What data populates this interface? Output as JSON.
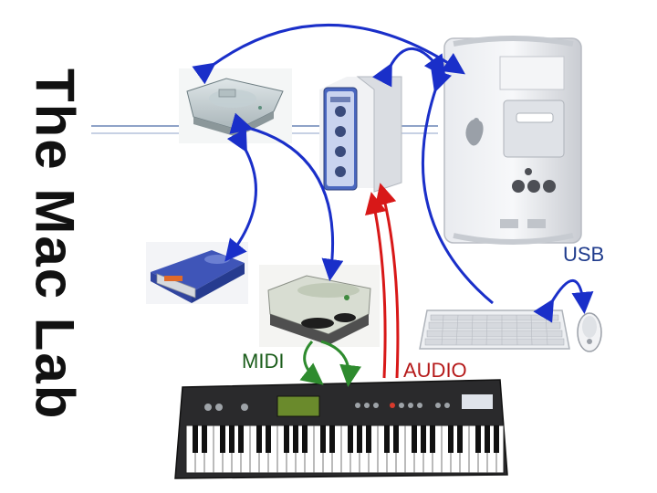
{
  "slide": {
    "title": "The Mac Lab",
    "labels": {
      "usb": "USB",
      "midi": "MIDI",
      "audio": "AUDIO"
    }
  },
  "colors": {
    "usb_links": "#1a2fc9",
    "audio_links": "#d81818",
    "midi_links": "#2e8b2e",
    "title_rule": "#8fa3c8"
  },
  "devices": [
    {
      "name": "usb-hub",
      "icon": "translucent-usb-hub"
    },
    {
      "name": "audio-interface",
      "icon": "audio-interface-box"
    },
    {
      "name": "power-mac-g4",
      "icon": "mac-tower"
    },
    {
      "name": "zip-drive",
      "icon": "zip-drive"
    },
    {
      "name": "midi-interface",
      "icon": "midi-interface"
    },
    {
      "name": "keyboard",
      "icon": "computer-keyboard"
    },
    {
      "name": "mouse",
      "icon": "mouse"
    },
    {
      "name": "synthesizer",
      "icon": "x5d-synth-keyboard"
    }
  ]
}
